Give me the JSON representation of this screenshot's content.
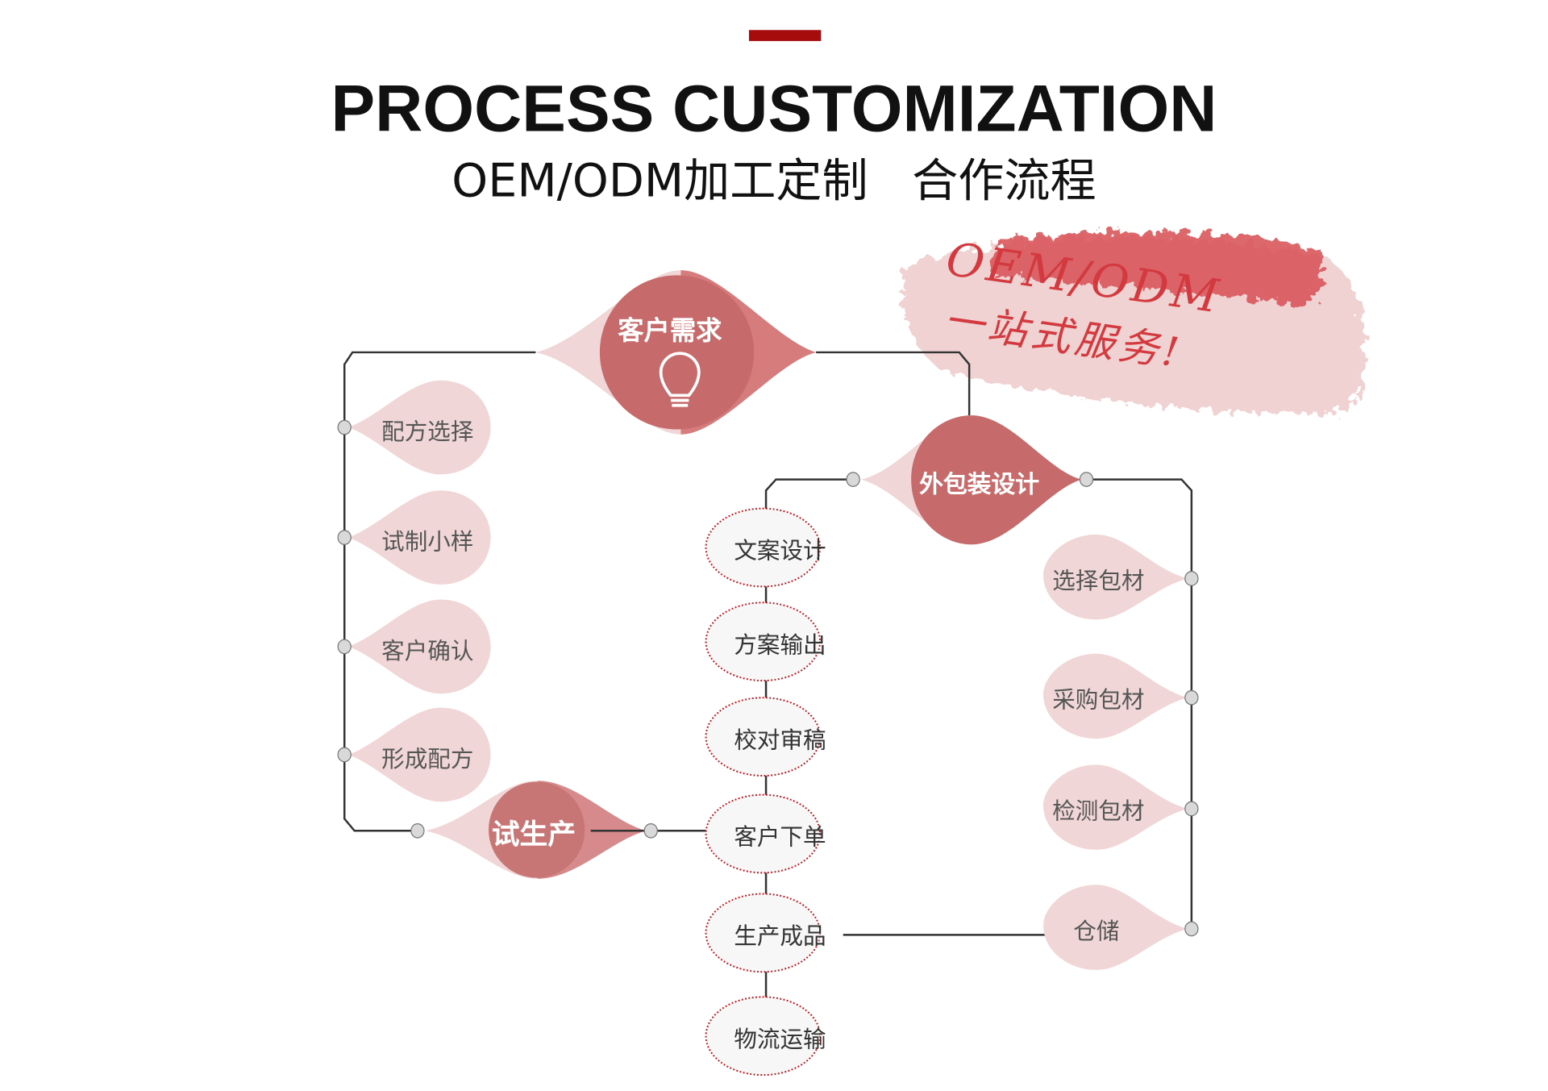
{
  "header": {
    "title": "PROCESS CUSTOMIZATION",
    "subtitle": "OEM/ODM加工定制   合作流程"
  },
  "badge": {
    "line1": "OEM/ODM",
    "line2": "一站式服务!"
  },
  "colors": {
    "accent": "#a60c0c",
    "main_node": "#c76a6b",
    "main_node_shade": "#d68080",
    "sub_node": "#f1d6d7",
    "line": "#333333",
    "dot": "#d9d9d9",
    "circle_border": "#c0141c",
    "circle_fill": "#f7f7f7"
  },
  "main_nodes": {
    "customer_demand": {
      "label": "客户需求",
      "icon": "lightbulb-icon"
    },
    "packaging_design": {
      "label": "外包装设计"
    },
    "trial_production": {
      "label": "试生产"
    }
  },
  "formula_steps": [
    "配方选择",
    "试制小样",
    "客户确认",
    "形成配方"
  ],
  "packaging_steps": [
    "选择包材",
    "采购包材",
    "检测包材",
    "仓储"
  ],
  "production_steps": [
    "文案设计",
    "方案输出",
    "校对审稿",
    "客户下单",
    "生产成品",
    "物流运输"
  ]
}
